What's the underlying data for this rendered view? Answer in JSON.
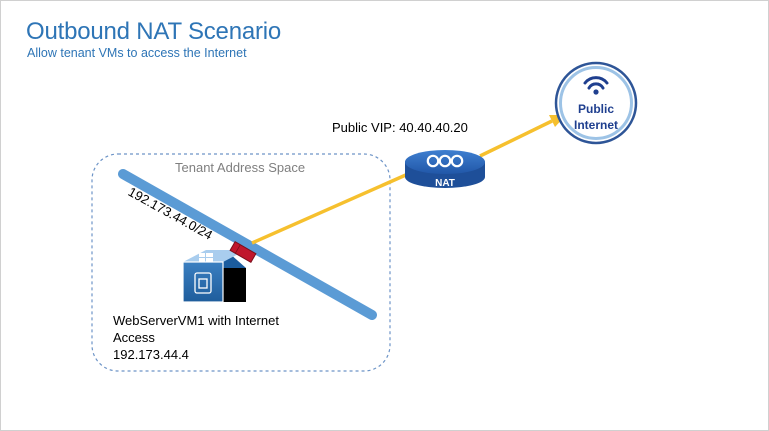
{
  "title": "Outbound NAT Scenario",
  "subtitle": "Allow tenant VMs to access the Internet",
  "public_vip_label": "Public VIP: 40.40.40.20",
  "tenant_space_label": "Tenant Address Space",
  "subnet_label": "192.173.44.0/24",
  "nat_label": "NAT",
  "internet_label_line1": "Public",
  "internet_label_line2": "Internet",
  "vm": {
    "name_line1": "WebServerVM1 with Internet",
    "name_line2": "Access",
    "ip": "192.173.44.4"
  },
  "colors": {
    "title": "#2e75b6",
    "connection": "#f6c02e",
    "subnet": "#5b9bd5",
    "nat": "#2b62b5",
    "internet_ring": "#2e5597",
    "tenant_border": "#6d94c7"
  },
  "icons": [
    "nat-router-icon",
    "wifi-icon",
    "vm-cube-icon",
    "windows-logo-icon",
    "network-adapter-icon"
  ]
}
